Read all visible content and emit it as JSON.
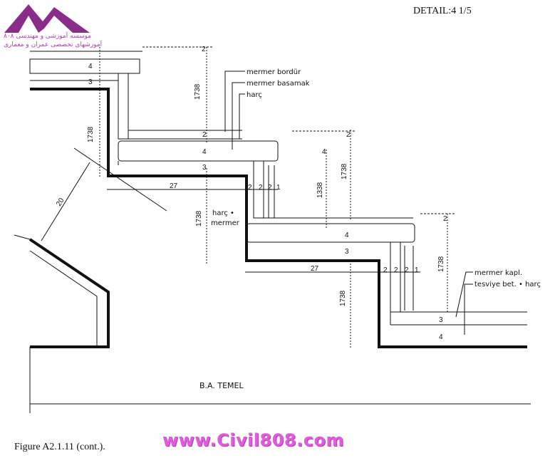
{
  "header": {
    "detail_label": "DETAIL:4 1/5"
  },
  "logo": {
    "line1": "موسسه آموزشی و مهندسی ۸۰۸",
    "line2": "آموزشهای تخصصی عمران و معماری",
    "color": "#b03fb0"
  },
  "labels": {
    "mermer_bordur": "mermer bordür",
    "mermer_basamak": "mermer basamak",
    "harc_top": "harç",
    "harc_mid": "harç •",
    "mermer_mid": "mermer",
    "mermer_kapl": "mermer kapl.",
    "tesviye": "tesviye bet. • harç",
    "ba_temel": "B.A. TEMEL"
  },
  "dims": {
    "d2_top": "2",
    "d4_top": "4",
    "d3_top": "3",
    "d1738_a": "1738",
    "d1738_left": "1738",
    "d2_step2": "2",
    "d4_step2": "4",
    "d3_step2": "3",
    "d27_a": "27",
    "d2_a": "2",
    "d2_b": "2",
    "d2_c": "2",
    "d1_a": "1",
    "d1338": "1338",
    "d1738_b": "1738",
    "d1738_c": "1738",
    "d2_s3": "2",
    "d4_s3": "4",
    "d3_s3": "3",
    "d27_b": "27",
    "d2_d": "2",
    "d2_e": "2",
    "d2_f": "2",
    "d1_b": "1",
    "d1738_d": "1738",
    "d3_s4": "3",
    "d4_s4": "4",
    "d1738_e": "1738",
    "d20": "20"
  },
  "caption": "Figure A2.1.11 (cont.).",
  "watermark": "www.Civil808.com",
  "colors": {
    "watermark": "#e25adf",
    "logo_mark": "#8a2d8a"
  }
}
